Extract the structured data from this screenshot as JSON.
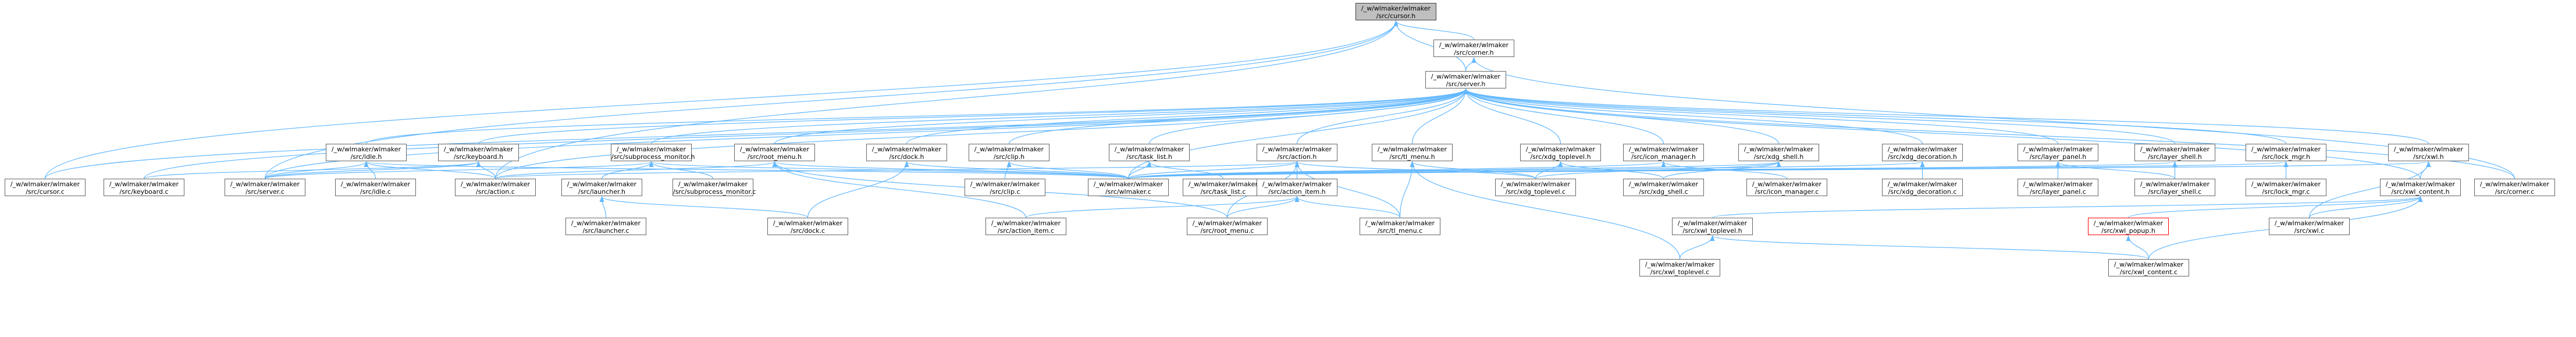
{
  "graph": {
    "colors": {
      "edge": "#63b8ff",
      "root_fill": "#bfbfbf",
      "node_border": "#666666",
      "highlight_border": "#ff0000"
    },
    "nodes": {
      "cursor_h": {
        "line1": "/_w/wlmaker/wlmaker",
        "line2": "/src/cursor.h"
      },
      "corner_h": {
        "line1": "/_w/wlmaker/wlmaker",
        "line2": "/src/corner.h"
      },
      "server_h": {
        "line1": "/_w/wlmaker/wlmaker",
        "line2": "/src/server.h"
      },
      "idle_h": {
        "line1": "/_w/wlmaker/wlmaker",
        "line2": "/src/idle.h"
      },
      "keyboard_h": {
        "line1": "/_w/wlmaker/wlmaker",
        "line2": "/src/keyboard.h"
      },
      "subprocess_h": {
        "line1": "/_w/wlmaker/wlmaker",
        "line2": "/src/subprocess_monitor.h"
      },
      "root_menu_h": {
        "line1": "/_w/wlmaker/wlmaker",
        "line2": "/src/root_menu.h"
      },
      "dock_h": {
        "line1": "/_w/wlmaker/wlmaker",
        "line2": "/src/dock.h"
      },
      "clip_h": {
        "line1": "/_w/wlmaker/wlmaker",
        "line2": "/src/clip.h"
      },
      "task_list_h": {
        "line1": "/_w/wlmaker/wlmaker",
        "line2": "/src/task_list.h"
      },
      "action_h": {
        "line1": "/_w/wlmaker/wlmaker",
        "line2": "/src/action.h"
      },
      "tl_menu_h": {
        "line1": "/_w/wlmaker/wlmaker",
        "line2": "/src/tl_menu.h"
      },
      "xdg_toplevel_h": {
        "line1": "/_w/wlmaker/wlmaker",
        "line2": "/src/xdg_toplevel.h"
      },
      "icon_manager_h": {
        "line1": "/_w/wlmaker/wlmaker",
        "line2": "/src/icon_manager.h"
      },
      "xdg_shell_h": {
        "line1": "/_w/wlmaker/wlmaker",
        "line2": "/src/xdg_shell.h"
      },
      "xdg_decoration_h": {
        "line1": "/_w/wlmaker/wlmaker",
        "line2": "/src/xdg_decoration.h"
      },
      "layer_panel_h": {
        "line1": "/_w/wlmaker/wlmaker",
        "line2": "/src/layer_panel.h"
      },
      "layer_shell_h": {
        "line1": "/_w/wlmaker/wlmaker",
        "line2": "/src/layer_shell.h"
      },
      "lock_mgr_h": {
        "line1": "/_w/wlmaker/wlmaker",
        "line2": "/src/lock_mgr.h"
      },
      "xwl_h": {
        "line1": "/_w/wlmaker/wlmaker",
        "line2": "/src/xwl.h"
      },
      "cursor_c": {
        "line1": "/_w/wlmaker/wlmaker",
        "line2": "/src/cursor.c"
      },
      "keyboard_c": {
        "line1": "/_w/wlmaker/wlmaker",
        "line2": "/src/keyboard.c"
      },
      "server_c": {
        "line1": "/_w/wlmaker/wlmaker",
        "line2": "/src/server.c"
      },
      "idle_c": {
        "line1": "/_w/wlmaker/wlmaker",
        "line2": "/src/idle.c"
      },
      "action_c": {
        "line1": "/_w/wlmaker/wlmaker",
        "line2": "/src/action.c"
      },
      "subprocess_c": {
        "line1": "/_w/wlmaker/wlmaker",
        "line2": "/src/subprocess_monitor.c"
      },
      "launcher_h": {
        "line1": "/_w/wlmaker/wlmaker",
        "line2": "/src/launcher.h"
      },
      "clip_c": {
        "line1": "/_w/wlmaker/wlmaker",
        "line2": "/src/clip.c"
      },
      "wlmaker_c": {
        "line1": "/_w/wlmaker/wlmaker",
        "line2": "/src/wlmaker.c"
      },
      "task_list_c": {
        "line1": "/_w/wlmaker/wlmaker",
        "line2": "/src/task_list.c"
      },
      "action_item_h": {
        "line1": "/_w/wlmaker/wlmaker",
        "line2": "/src/action_item.h"
      },
      "xdg_toplevel_c": {
        "line1": "/_w/wlmaker/wlmaker",
        "line2": "/src/xdg_toplevel.c"
      },
      "xdg_shell_c": {
        "line1": "/_w/wlmaker/wlmaker",
        "line2": "/src/xdg_shell.c"
      },
      "icon_manager_c": {
        "line1": "/_w/wlmaker/wlmaker",
        "line2": "/src/icon_manager.c"
      },
      "xdg_decoration_c": {
        "line1": "/_w/wlmaker/wlmaker",
        "line2": "/src/xdg_decoration.c"
      },
      "layer_panel_c": {
        "line1": "/_w/wlmaker/wlmaker",
        "line2": "/src/layer_panel.c"
      },
      "layer_shell_c": {
        "line1": "/_w/wlmaker/wlmaker",
        "line2": "/src/layer_shell.c"
      },
      "xwl_content_h": {
        "line1": "/_w/wlmaker/wlmaker",
        "line2": "/src/xwl_content.h"
      },
      "lock_mgr_c": {
        "line1": "/_w/wlmaker/wlmaker",
        "line2": "/src/lock_mgr.c"
      },
      "corner_c": {
        "line1": "/_w/wlmaker/wlmaker",
        "line2": "/src/corner.c"
      },
      "launcher_c": {
        "line1": "/_w/wlmaker/wlmaker",
        "line2": "/src/launcher.c"
      },
      "dock_c": {
        "line1": "/_w/wlmaker/wlmaker",
        "line2": "/src/dock.c"
      },
      "action_item_c": {
        "line1": "/_w/wlmaker/wlmaker",
        "line2": "/src/action_item.c"
      },
      "root_menu_c": {
        "line1": "/_w/wlmaker/wlmaker",
        "line2": "/src/root_menu.c"
      },
      "tl_menu_c": {
        "line1": "/_w/wlmaker/wlmaker",
        "line2": "/src/tl_menu.c"
      },
      "xwl_toplevel_h": {
        "line1": "/_w/wlmaker/wlmaker",
        "line2": "/src/xwl_toplevel.h"
      },
      "xwl_popup_h": {
        "line1": "/_w/wlmaker/wlmaker",
        "line2": "/src/xwl_popup.h"
      },
      "xwl_c": {
        "line1": "/_w/wlmaker/wlmaker",
        "line2": "/src/xwl.c"
      },
      "xwl_toplevel_c": {
        "line1": "/_w/wlmaker/wlmaker",
        "line2": "/src/xwl_toplevel.c"
      },
      "xwl_content_c": {
        "line1": "/_w/wlmaker/wlmaker",
        "line2": "/src/xwl_content.c"
      }
    }
  }
}
